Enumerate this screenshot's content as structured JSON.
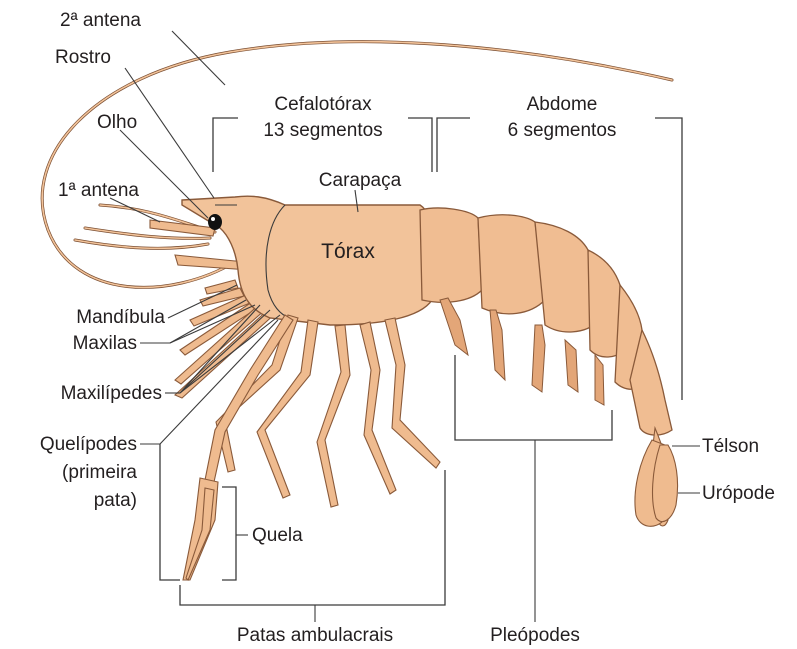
{
  "labels": {
    "antenna2": "2ª antena",
    "rostrum": "Rostro",
    "eye": "Olho",
    "antenna1": "1ª antena",
    "mandible": "Mandíbula",
    "maxillae": "Maxilas",
    "maxillipeds": "Maxilípedes",
    "chelipeds_1": "Quelípodes",
    "chelipeds_2": "(primeira",
    "chelipeds_3": "pata)",
    "chela": "Quela",
    "walking_legs": "Patas ambulacrais",
    "pleopods": "Pleópodes",
    "uropod": "Urópode",
    "telson": "Télson",
    "carapace": "Carapaça",
    "thorax": "Tórax",
    "cephalothorax_title": "Cefalotórax",
    "cephalothorax_segments": "13 segmentos",
    "abdomen_title": "Abdome",
    "abdomen_segments": "6 segmentos"
  },
  "colors": {
    "body": "#f2c39a",
    "outline": "#8a5a3a",
    "lines": "#3b3b3b",
    "text": "#231f20"
  }
}
